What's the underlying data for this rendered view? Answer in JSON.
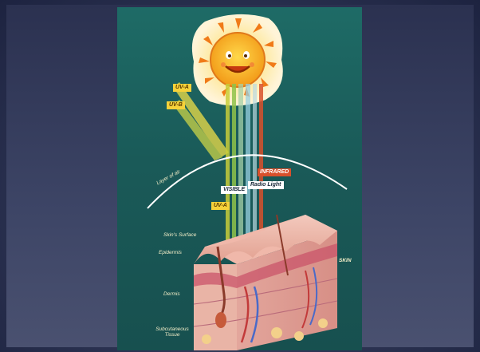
{
  "labels": {
    "uv_a_top": "UV-A",
    "uv_b_top": "UV-B",
    "uv_a_lower": "UV-A",
    "visible": "VISIBLE",
    "infrared": "INFRARED",
    "radio_light": "Radio Light",
    "layer_of_air": "Layer of air",
    "skins_surface": "Skin's Surface",
    "epidermis": "Epidermis",
    "dermis": "Dermis",
    "subcutaneous_tissue": "Subcutaneous Tissue",
    "skin": "SKIN"
  },
  "colors": {
    "panel": "#1a5a58",
    "sun": "#f6b21e",
    "ray_yellow": "#e8d84a",
    "ray_green": "#9cc84a",
    "ray_red": "#d8502c",
    "ray_blue": "#8ec9e0",
    "skin_pink": "#e7a59a"
  }
}
